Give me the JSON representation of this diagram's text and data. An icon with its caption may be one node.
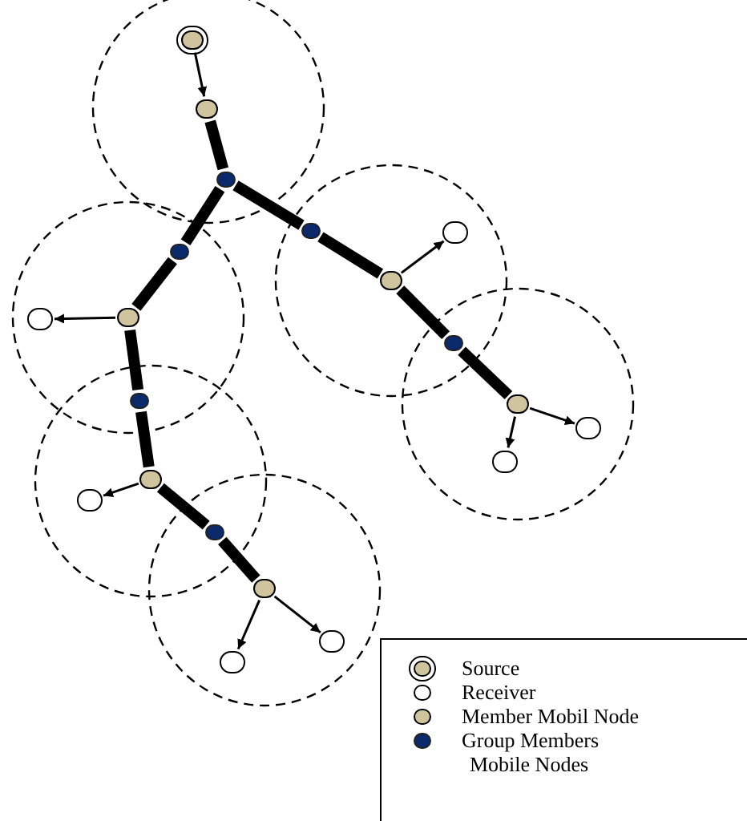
{
  "diagram": {
    "nodes": [
      {
        "text": [],
        "shape": "circle"
      },
      {
        "text": [],
        "shape": "circle"
      },
      {
        "text": [],
        "shape": "circle"
      },
      {
        "text": [],
        "shape": "circle"
      },
      {
        "text": [],
        "shape": "circle"
      },
      {
        "text": [],
        "shape": "circle"
      },
      {
        "text": [],
        "shape": "circle"
      },
      {
        "text": [],
        "shape": "circle"
      },
      {
        "text": [],
        "shape": "circle"
      },
      {
        "text": [],
        "shape": "circle"
      },
      {
        "text": [],
        "shape": "circle"
      },
      {
        "text": [],
        "shape": "circle"
      },
      {
        "text": [],
        "shape": "circle"
      },
      {
        "text": [],
        "shape": "circle"
      },
      {
        "text": [],
        "shape": "circle"
      },
      {
        "text": [],
        "shape": "circle"
      },
      {
        "text": [],
        "shape": "circle"
      },
      {
        "text": [],
        "shape": "circle"
      },
      {
        "text": [],
        "shape": "circle"
      },
      {
        "text": [],
        "shape": "circle"
      }
    ],
    "edges": [
      {
        "from": 0,
        "to": 1,
        "arrow": "to"
      },
      {
        "from": 1,
        "to": 2,
        "arrow": "none"
      },
      {
        "from": 2,
        "to": 3,
        "arrow": "none"
      },
      {
        "from": 3,
        "to": 4,
        "arrow": "none"
      },
      {
        "from": 4,
        "to": 5,
        "arrow": "to"
      },
      {
        "from": 4,
        "to": 6,
        "arrow": "none"
      },
      {
        "from": 6,
        "to": 7,
        "arrow": "none"
      },
      {
        "from": 7,
        "to": 8,
        "arrow": "to"
      },
      {
        "from": 7,
        "to": 9,
        "arrow": "none"
      },
      {
        "from": 9,
        "to": 10,
        "arrow": "none"
      },
      {
        "from": 10,
        "to": 11,
        "arrow": "to"
      },
      {
        "from": 10,
        "to": 12,
        "arrow": "to"
      },
      {
        "from": 2,
        "to": 13,
        "arrow": "none"
      },
      {
        "from": 13,
        "to": 14,
        "arrow": "none"
      },
      {
        "from": 14,
        "to": 15,
        "arrow": "to"
      },
      {
        "from": 14,
        "to": 16,
        "arrow": "none"
      },
      {
        "from": 16,
        "to": 17,
        "arrow": "none"
      },
      {
        "from": 17,
        "to": 18,
        "arrow": "to"
      },
      {
        "from": 17,
        "to": 19,
        "arrow": "to"
      }
    ],
    "labels": [
      "Mobile Nodes"
    ],
    "legend": [
      {
        "text": "Source"
      },
      {
        "text": "Receiver"
      },
      {
        "text": "Member Mobil Node",
        "color": "#cfc49e"
      },
      {
        "text": "Group Members",
        "color": "#0b2a6b"
      }
    ]
  }
}
